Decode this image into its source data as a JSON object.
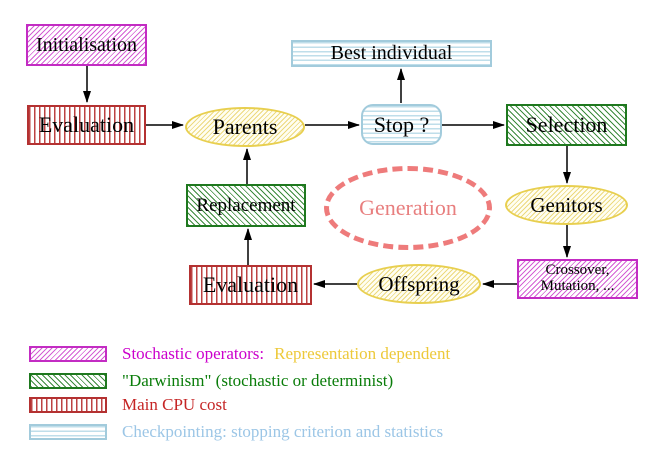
{
  "diagram": {
    "nodes": {
      "initialisation": {
        "label": "Initialisation"
      },
      "evaluation_top": {
        "label": "Evaluation"
      },
      "parents": {
        "label": "Parents"
      },
      "best_individual": {
        "label": "Best individual"
      },
      "stop": {
        "label": "Stop ?"
      },
      "selection": {
        "label": "Selection"
      },
      "genitors": {
        "label": "Genitors"
      },
      "crossover_mutation": {
        "line1": "Crossover,",
        "line2": "Mutation, ..."
      },
      "offspring": {
        "label": "Offspring"
      },
      "evaluation_bottom": {
        "label": "Evaluation"
      },
      "replacement": {
        "label": "Replacement"
      },
      "generation": {
        "label": "Generation"
      }
    },
    "legend": {
      "rows": [
        {
          "pattern": "magenta-diagonal-hatch",
          "text_primary": "Stochastic operators:",
          "text_secondary": "Representation dependent"
        },
        {
          "pattern": "green-diagonal-hatch",
          "text_primary": "\"Darwinism\" (stochastic or determinist)",
          "text_secondary": ""
        },
        {
          "pattern": "red-vertical-lines",
          "text_primary": "Main CPU cost",
          "text_secondary": ""
        },
        {
          "pattern": "cyan-horizontal-lines",
          "text_primary": "Checkpointing: stopping criterion and statistics",
          "text_secondary": ""
        }
      ]
    },
    "colors": {
      "magenta_border": "#c32cc3",
      "red_border": "#b43131",
      "green_border": "#1e781e",
      "yellow_border": "#e8cf4f",
      "cyan_border": "#a2cbdc",
      "salmon_dashed": "#ee7b7b",
      "legend_text_magenta": "#cc00cc",
      "legend_text_gold": "#edc93a",
      "legend_text_green": "#0a7d0a",
      "legend_text_red": "#c52525",
      "legend_text_cyan": "#9cc6e6",
      "arrow": "#000000"
    }
  }
}
